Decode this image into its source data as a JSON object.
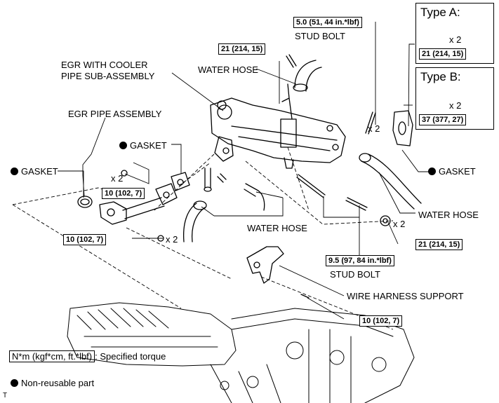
{
  "labels": {
    "egr_cooler": "EGR WITH COOLER",
    "egr_cooler_2": "PIPE SUB-ASSEMBLY",
    "egr_pipe": "EGR PIPE ASSEMBLY",
    "gasket": "GASKET",
    "water_hose": "WATER HOSE",
    "stud_bolt": "STUD BOLT",
    "wire_harness": "WIRE HARNESS SUPPORT",
    "type_a": "Type A:",
    "type_b": "Type B:",
    "x2": "x 2",
    "corner": "T"
  },
  "torques": {
    "t50": "5.0 (51, 44 in.*lbf)",
    "t21": "21 (214, 15)",
    "t37": "37 (377, 27)",
    "t10": "10 (102, 7)",
    "t95": "9.5 (97, 84 in.*lbf)"
  },
  "legend": {
    "unit": "N*m (kgf*cm, ft.*lbf)",
    "unit_desc": ": Specified torque",
    "nonreusable": "Non-reusable part"
  },
  "colors": {
    "line": "#000000",
    "background": "#ffffff"
  }
}
